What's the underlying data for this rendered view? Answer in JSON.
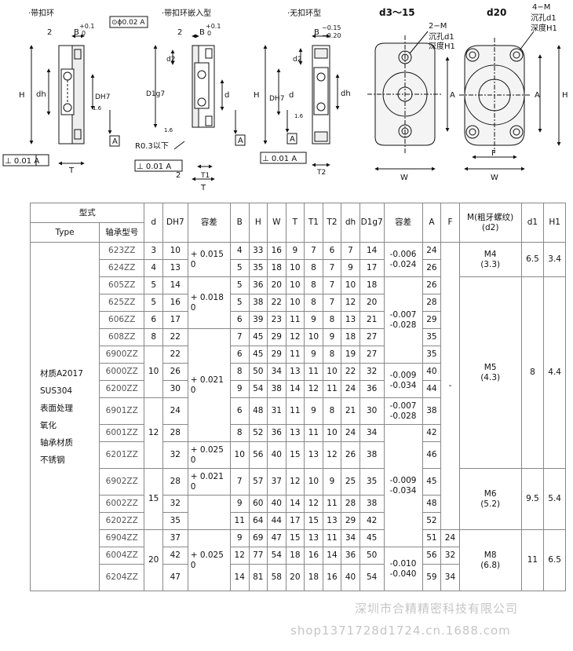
{
  "drawings": {
    "label_ring": "·带扣环",
    "label_embedded": "·带扣环嵌入型",
    "label_noring": "·无扣环型",
    "label_d3_15": "d3～15",
    "label_d20": "d20",
    "flatness": "⊙ϕ0.02 A",
    "perp1": "⊥ 0.01 A",
    "perp2": "⊥ 0.01 A",
    "perp3": "⊥ 0.01 A",
    "r03": "R0.3以下",
    "callout_2m": "2−M",
    "callout_4m": "4−M",
    "sink": "沉孔d1",
    "depth": "深度H1",
    "dim_B01": "B",
    "tol_plus": "+0.1",
    "tol_zero": "0",
    "tol_minus015": "−0.15",
    "tol_minus020": "−0.20",
    "dim_2": "2",
    "dim_H": "H",
    "dim_T": "T",
    "dim_T1": "T1",
    "dim_T2": "T2",
    "dim_W": "W",
    "dim_A": "A",
    "dim_F": "F",
    "dim_dh": "dh",
    "dim_d2": "d2",
    "dim_DH7": "DH7",
    "dim_Dg7": "D1g7",
    "dim_d": "d",
    "dim_16": "1.6",
    "datum_A": "A"
  },
  "table": {
    "head": {
      "type": "型式",
      "type_en": "Type",
      "bearing": "轴承型号",
      "d": "d",
      "dh7": "DH7",
      "tol": "容差",
      "B": "B",
      "H": "H",
      "W": "W",
      "T": "T",
      "T1": "T1",
      "T2": "T2",
      "dh": "dh",
      "d1g7": "D1g7",
      "tol2": "容差",
      "A": "A",
      "F": "F",
      "M": "M(粗牙螺纹)",
      "d2": "(d2)",
      "d1": "d1",
      "H1": "H1"
    },
    "material": [
      "材质A2017",
      "SUS304",
      "表面处理",
      "氧化",
      "轴承材质",
      "不锈钢"
    ],
    "rows": [
      {
        "model": "623ZZ",
        "d": "3",
        "D": "10",
        "tol": "+ 0.015\n0",
        "B": "4",
        "H": "33",
        "W": "16",
        "T": "9",
        "T1": "7",
        "T2": "6",
        "dh": "7",
        "D1": "14",
        "A": "24"
      },
      {
        "model": "624ZZ",
        "d": "4",
        "D": "13",
        "B": "5",
        "H": "35",
        "W": "18",
        "T": "10",
        "T1": "8",
        "T2": "7",
        "dh": "9",
        "D1": "17",
        "A": "26"
      },
      {
        "model": "605ZZ",
        "d": "5",
        "D": "14",
        "tol": "+ 0.018\n0",
        "B": "5",
        "H": "36",
        "W": "20",
        "T": "10",
        "T1": "8",
        "T2": "7",
        "dh": "10",
        "D1": "18",
        "A": "26"
      },
      {
        "model": "625ZZ",
        "d": "5",
        "D": "16",
        "B": "5",
        "H": "38",
        "W": "22",
        "T": "10",
        "T1": "8",
        "T2": "7",
        "dh": "12",
        "D1": "20",
        "A": "28"
      },
      {
        "model": "606ZZ",
        "d": "6",
        "D": "17",
        "B": "6",
        "H": "39",
        "W": "23",
        "T": "11",
        "T1": "9",
        "T2": "8",
        "dh": "13",
        "D1": "21",
        "A": "29"
      },
      {
        "model": "608ZZ",
        "d": "8",
        "D": "22",
        "tol": "+ 0.021\n0",
        "B": "7",
        "H": "45",
        "W": "29",
        "T": "12",
        "T1": "10",
        "T2": "9",
        "dh": "18",
        "D1": "27",
        "A": "35"
      },
      {
        "model": "6900ZZ",
        "d": "10",
        "D": "22",
        "B": "6",
        "H": "45",
        "W": "29",
        "T": "11",
        "T1": "9",
        "T2": "8",
        "dh": "19",
        "D1": "27",
        "A": "35"
      },
      {
        "model": "6000ZZ",
        "D": "26",
        "B": "8",
        "H": "50",
        "W": "34",
        "T": "13",
        "T1": "11",
        "T2": "10",
        "dh": "22",
        "D1": "32",
        "A": "40"
      },
      {
        "model": "6200ZZ",
        "D": "30",
        "B": "9",
        "H": "54",
        "W": "38",
        "T": "14",
        "T1": "12",
        "T2": "11",
        "dh": "24",
        "D1": "36",
        "A": "44"
      },
      {
        "model": "6901ZZ",
        "d": "12",
        "D": "24",
        "B": "6",
        "H": "48",
        "W": "31",
        "T": "11",
        "T1": "9",
        "T2": "8",
        "dh": "21",
        "D1": "30",
        "A": "38"
      },
      {
        "model": "6001ZZ",
        "D": "28",
        "B": "8",
        "H": "52",
        "W": "36",
        "T": "13",
        "T1": "11",
        "T2": "10",
        "dh": "24",
        "D1": "34",
        "A": "42"
      },
      {
        "model": "6201ZZ",
        "D": "32",
        "tol": "+ 0.025\n0",
        "B": "10",
        "H": "56",
        "W": "40",
        "T": "15",
        "T1": "13",
        "T2": "12",
        "dh": "26",
        "D1": "38",
        "A": "46"
      },
      {
        "model": "6902ZZ",
        "d": "15",
        "D": "28",
        "tol": "+ 0.021\n0",
        "B": "7",
        "H": "57",
        "W": "37",
        "T": "12",
        "T1": "10",
        "T2": "9",
        "dh": "25",
        "D1": "35",
        "A": "45"
      },
      {
        "model": "6002ZZ",
        "D": "32",
        "B": "9",
        "H": "60",
        "W": "40",
        "T": "14",
        "T1": "12",
        "T2": "11",
        "dh": "28",
        "D1": "38",
        "A": "48"
      },
      {
        "model": "6202ZZ",
        "D": "35",
        "B": "11",
        "H": "64",
        "W": "44",
        "T": "17",
        "T1": "15",
        "T2": "13",
        "dh": "29",
        "D1": "42",
        "A": "52"
      },
      {
        "model": "6904ZZ",
        "d": "20",
        "D": "37",
        "tol": "+ 0.025\n0",
        "B": "9",
        "H": "69",
        "W": "47",
        "T": "15",
        "T1": "13",
        "T2": "11",
        "dh": "34",
        "D1": "45",
        "A": "51",
        "F": "24"
      },
      {
        "model": "6004ZZ",
        "D": "42",
        "B": "12",
        "H": "77",
        "W": "54",
        "T": "18",
        "T1": "16",
        "T2": "14",
        "dh": "36",
        "D1": "50",
        "A": "56",
        "F": "32"
      },
      {
        "model": "6204ZZ",
        "D": "47",
        "B": "14",
        "H": "81",
        "W": "58",
        "T": "20",
        "T1": "18",
        "T2": "16",
        "dh": "40",
        "D1": "54",
        "A": "59",
        "F": "34"
      }
    ],
    "tol2": [
      "-0.006\n-0.024",
      "-0.007\n-0.028",
      "-0.009\n-0.034",
      "-0.007\n-0.028",
      "-0.009\n-0.034",
      "-0.010\n-0.040"
    ],
    "F_dash": "-",
    "M": [
      "M4\n(3.3)",
      "M5\n(4.3)",
      "M6\n(5.2)",
      "M8\n(6.8)"
    ],
    "d1": [
      "6.5",
      "8",
      "9.5",
      "11"
    ],
    "H1": [
      "3.4",
      "4.4",
      "5.4",
      "6.5"
    ]
  },
  "watermark": [
    "深圳市合精精密科技有限公司",
    "shop1371728d1724.cn.1688.com"
  ]
}
